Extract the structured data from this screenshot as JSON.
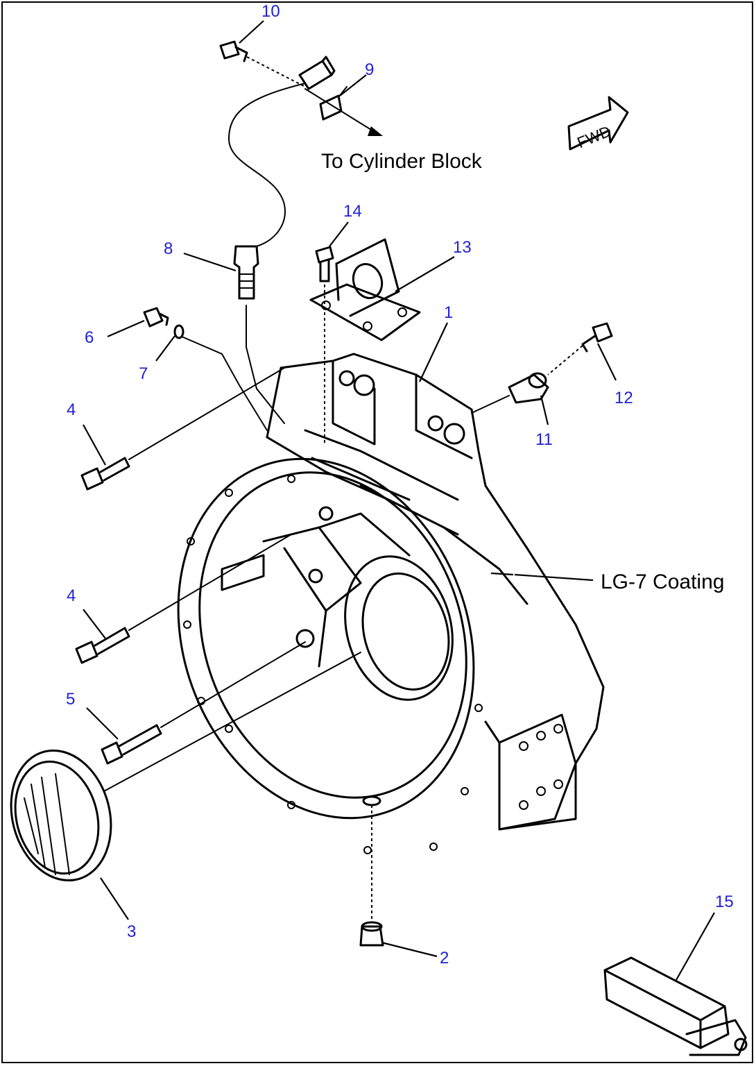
{
  "notes": {
    "to_cylinder_block": "To Cylinder Block",
    "coating": "LG-7 Coating",
    "fwd": "FWD"
  },
  "callouts": [
    "1",
    "2",
    "3",
    "4",
    "4",
    "5",
    "6",
    "7",
    "8",
    "9",
    "10",
    "11",
    "12",
    "13",
    "14",
    "15"
  ],
  "colors": {
    "callout": "#1f1fd6",
    "line": "#000000"
  }
}
